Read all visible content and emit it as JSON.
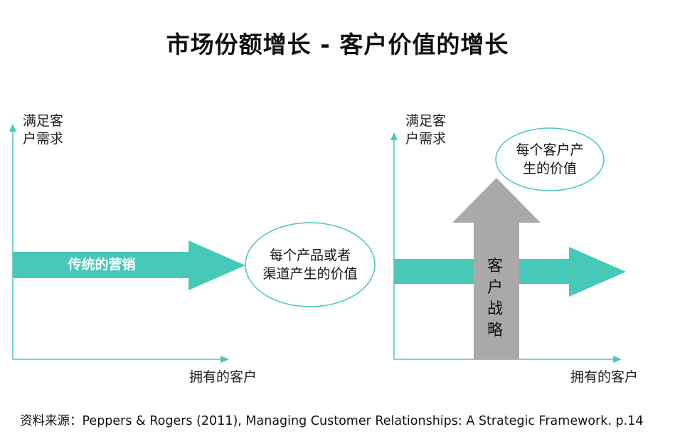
{
  "title": "市场份额增长 - 客户价值的增长",
  "left_panel": {
    "y_axis_label": [
      "满足客",
      "户需求"
    ],
    "x_axis_label": "拥有的客户",
    "arrow_label": "传统的营销",
    "bubble_text": [
      "每个产品或者",
      "渠道产生的价值"
    ]
  },
  "right_panel": {
    "y_axis_label": [
      "满足客",
      "户需求"
    ],
    "x_axis_label": "拥有的客户",
    "bubble_text": [
      "每个客户产",
      "生的价值"
    ],
    "strategy_label": [
      "客",
      "户",
      "战",
      "略"
    ]
  },
  "source": "资料来源：Peppers & Rogers (2011), Managing Customer Relationships: A Strategic Framework. p.14",
  "colors": {
    "teal": "#47C9B8",
    "gray_arrow": "#A9A9A9",
    "axis": "#47C9B8"
  }
}
